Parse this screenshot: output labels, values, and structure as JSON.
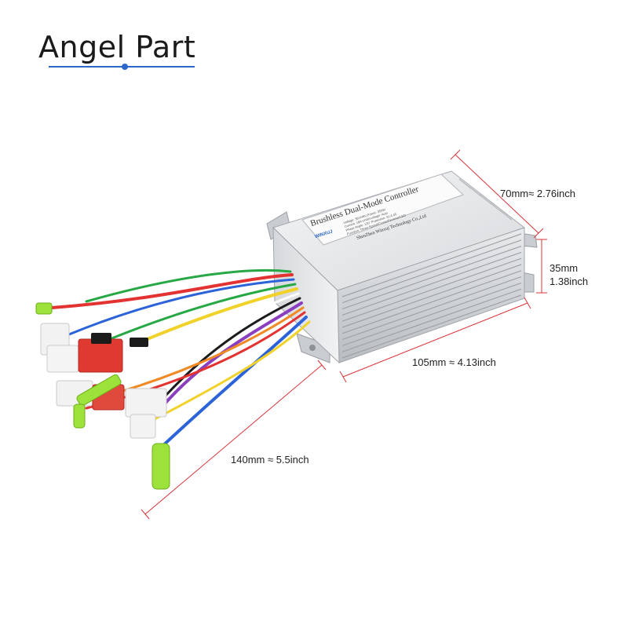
{
  "brand": {
    "name": "Angel Part",
    "accent_color": "#2b66c9"
  },
  "product": {
    "label_title": "Brushless Dual-Mode Controller",
    "label_brand": "WINXUJ",
    "label_specs": [
      "Voltage: 36V/48V    Power: 350W",
      "Current: 18A        Undervoltage: Auto",
      "Phase Angle: 120°  Protection: 31.4.45",
      "Function: Three-Speed/Cruise/Reverse/LED"
    ],
    "label_maker": "ShenZhen Winxuj Technology Co.,Ltd",
    "connector_colors": [
      "#9de23a",
      "#e0392f",
      "#f2f2f2",
      "#1b1b1b"
    ],
    "wire_colors": [
      "#e23232",
      "#2d63d8",
      "#27a845",
      "#f0d22a",
      "#ffffff",
      "#1c1c1c",
      "#8a3fbf",
      "#f08a24"
    ]
  },
  "dimensions": {
    "width": "70mm≈ 2.76inch",
    "height_mm": "35mm",
    "height_in": "1.38inch",
    "length": "105mm ≈ 4.13inch",
    "cable": "140mm ≈ 5.5inch",
    "line_color": "#d9333a"
  }
}
